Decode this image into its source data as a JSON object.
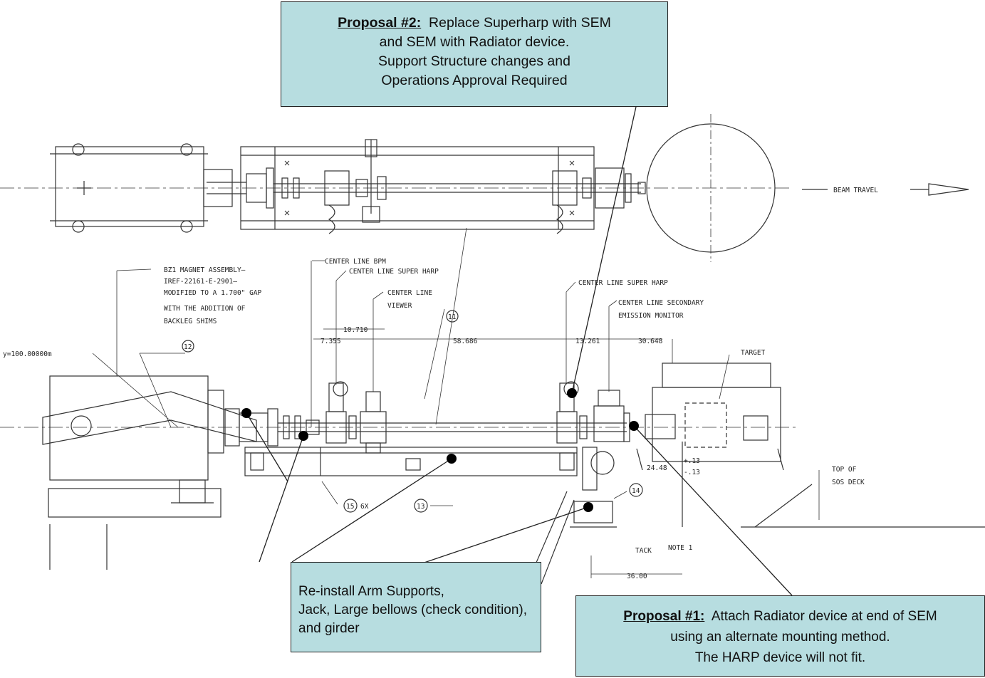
{
  "drawing": {
    "beam_travel": "BEAM TRAVEL",
    "centerline_bpm": "CENTER LINE BPM",
    "centerline_superharp_left": "CENTER LINE SUPER HARP",
    "centerline_viewer_1": "CENTER LINE",
    "centerline_viewer_2": "VIEWER",
    "centerline_superharp_right": "CENTER LINE SUPER HARP",
    "centerline_sem_1": "CENTER LINE SECONDARY",
    "centerline_sem_2": "EMISSION MONITOR",
    "magnet_note": [
      "BZ1 MAGNET ASSEMBLY—",
      "IREF-22161-E-2901—",
      "MODIFIED TO A 1.700\" GAP",
      "WITH THE ADDITION  OF",
      "BACKLEG SHIMS"
    ],
    "y_label": "y=100.00000m",
    "target": "TARGET",
    "top_of_deck_1": "TOP OF",
    "top_of_deck_2": "SOS DECK",
    "tack": "TACK",
    "note": "NOTE 1",
    "dims": {
      "d1": "7.355",
      "d2": "10.710",
      "d3": "58.686",
      "d4": "13.261",
      "d5": "30.648",
      "d6": "24.48",
      "d6_tol_plus": "+.13",
      "d6_tol_minus": "-.13",
      "d7": "36.00"
    },
    "balloons": {
      "b11": "11",
      "b12": "12",
      "b13": "13",
      "b14": "14",
      "b15": "15",
      "b15_qty": "6X"
    }
  },
  "callouts": {
    "proposal2": {
      "label": "Proposal #2:",
      "line1": "Replace Superharp with SEM",
      "line2": "and SEM with Radiator device.",
      "line3": "Support Structure changes and",
      "line4": "Operations Approval Required"
    },
    "reinstall": {
      "line1": "Re-install Arm Supports,",
      "line2": "Jack, Large bellows (check condition),",
      "line3": "and girder"
    },
    "proposal1": {
      "label": "Proposal #1:",
      "line1": "Attach Radiator device at end of SEM",
      "line2": "using an alternate mounting method.",
      "line3": "The HARP device will not fit."
    }
  },
  "colors": {
    "callout_fill": "#b7dde0",
    "line": "#222222",
    "dot": "#000000"
  }
}
